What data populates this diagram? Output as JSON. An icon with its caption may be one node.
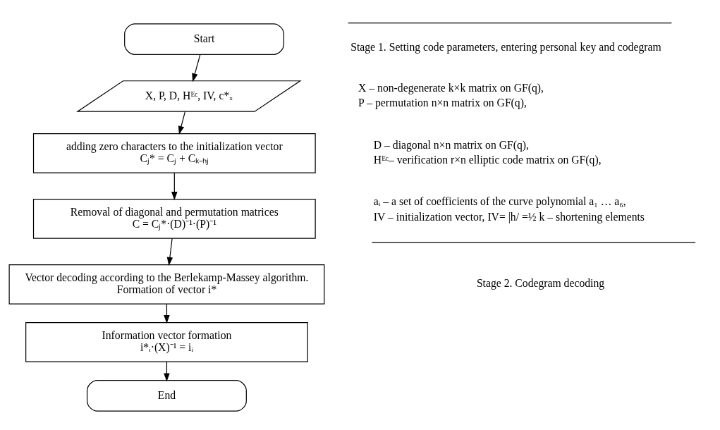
{
  "diagram": {
    "nodes": [
      {
        "text": [
          "Start"
        ]
      },
      {
        "text": [
          "X, P, D, Hᴱᶜ, IV, c*ₓ"
        ]
      },
      {
        "text": [
          "adding zero characters to the initialization vector",
          "Cⱼ* = Cⱼ + Cₖ₋ₕⱼ"
        ]
      },
      {
        "text": [
          "Removal of diagonal and permutation matrices",
          "C = Cⱼ*·(D)⁻¹·(P)⁻¹"
        ]
      },
      {
        "text": [
          "Vector decoding according to the Berlekamp-Massey algorithm.",
          "Formation of vector i*"
        ]
      },
      {
        "text": [
          "Information vector formation",
          "i*ᵢ·(X)⁻¹ = iᵢ"
        ]
      },
      {
        "text": [
          "End"
        ]
      }
    ],
    "edges": [
      {
        "from": 0,
        "to": 1,
        "arrow": "to"
      },
      {
        "from": 1,
        "to": 2,
        "arrow": "to"
      },
      {
        "from": 2,
        "to": 3,
        "arrow": "to"
      },
      {
        "from": 3,
        "to": 4,
        "arrow": "to"
      },
      {
        "from": 4,
        "to": 5,
        "arrow": "to"
      },
      {
        "from": 5,
        "to": 6,
        "arrow": "to"
      }
    ],
    "labels": [
      "Stage 1. Setting code parameters, entering personal key and codegram",
      "X – non-degenerate k×k matrix on GF(q),",
      "P – permutation n×n matrix on GF(q),",
      "D – diagonal n×n matrix on GF(q),",
      "Hᴱᶜ– verification r×n elliptic code matrix on GF(q),",
      "aᵢ – a set of coefficients of the curve polynomial a₁ … a₆,",
      "IV – initialization vector, IV= |h/ =½ k – shortening elements",
      "Stage 2. Codegram decoding"
    ]
  }
}
